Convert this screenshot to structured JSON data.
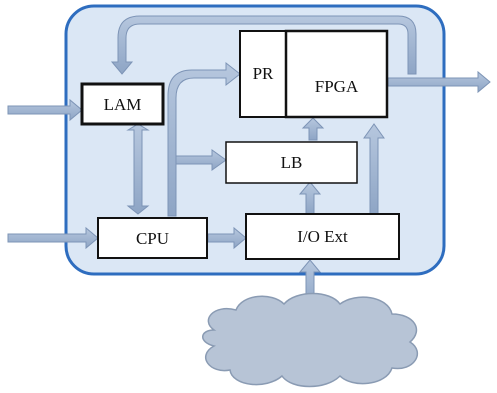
{
  "blocks": {
    "lam": "LAM",
    "cpu": "CPU",
    "pr": "PR",
    "fpga": "FPGA",
    "lb": "LB",
    "io": "I/O Ext"
  },
  "colors": {
    "board_fill": "#dbe7f5",
    "board_stroke": "#2e6dbf",
    "arrow_fill": "#9cb1cf",
    "arrow_stroke": "#7d94b6",
    "cloud_fill": "#b7c4d6",
    "cloud_stroke": "#8a9bb3",
    "box_fill": "#ffffff",
    "box_stroke": "#111111"
  }
}
